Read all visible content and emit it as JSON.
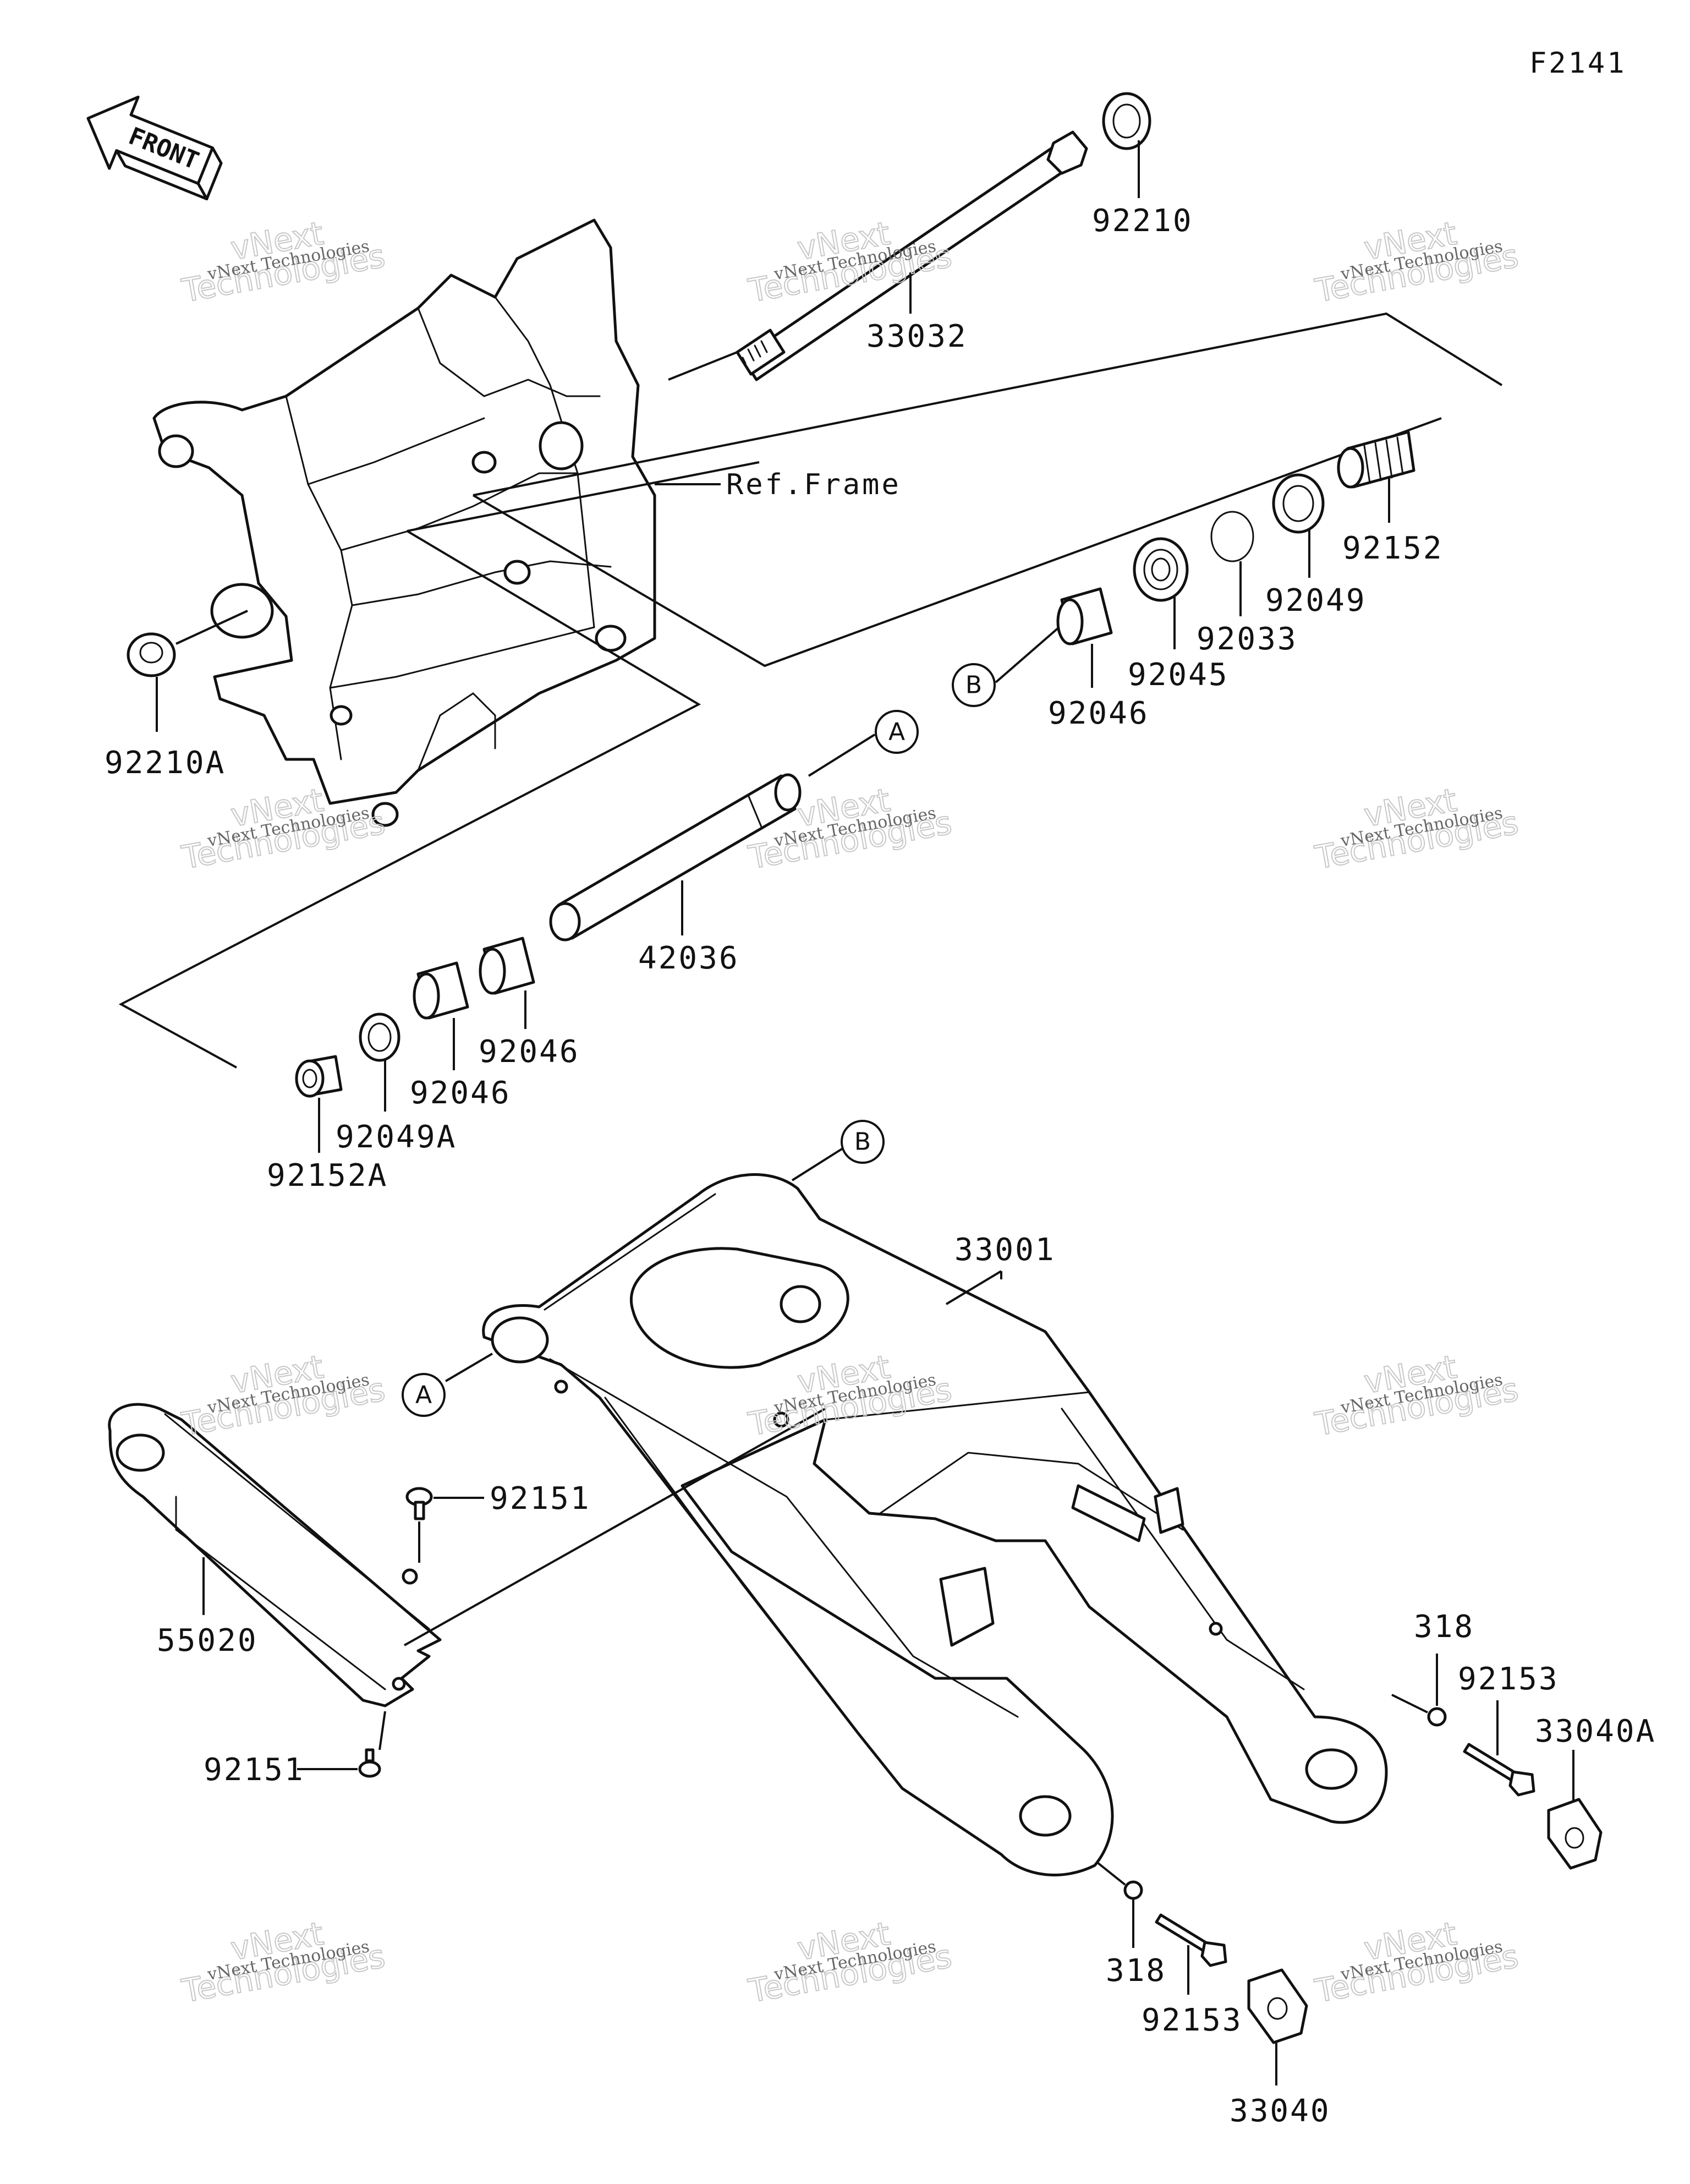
{
  "diagram_code": "F2141",
  "front_arrow_label": "FRONT",
  "ref_frame_label": "Ref.Frame",
  "callouts": {
    "a": "A",
    "b": "B"
  },
  "watermark": {
    "line1": "vNext Technologies",
    "big": "Technologies",
    "small": "vNext"
  },
  "parts": {
    "p92210": "92210",
    "p33032": "33032",
    "p92210A": "92210A",
    "p92152": "92152",
    "p92049": "92049",
    "p92033": "92033",
    "p92045": "92045",
    "p92046_top": "92046",
    "p42036": "42036",
    "p92046_a": "92046",
    "p92046_b": "92046",
    "p92049A": "92049A",
    "p92152A": "92152A",
    "p33001": "33001",
    "p92151_top": "92151",
    "p55020": "55020",
    "p92151_bot": "92151",
    "p318_right": "318",
    "p92153_right": "92153",
    "p33040A": "33040A",
    "p318_bot": "318",
    "p92153_bot": "92153",
    "p33040": "33040"
  }
}
